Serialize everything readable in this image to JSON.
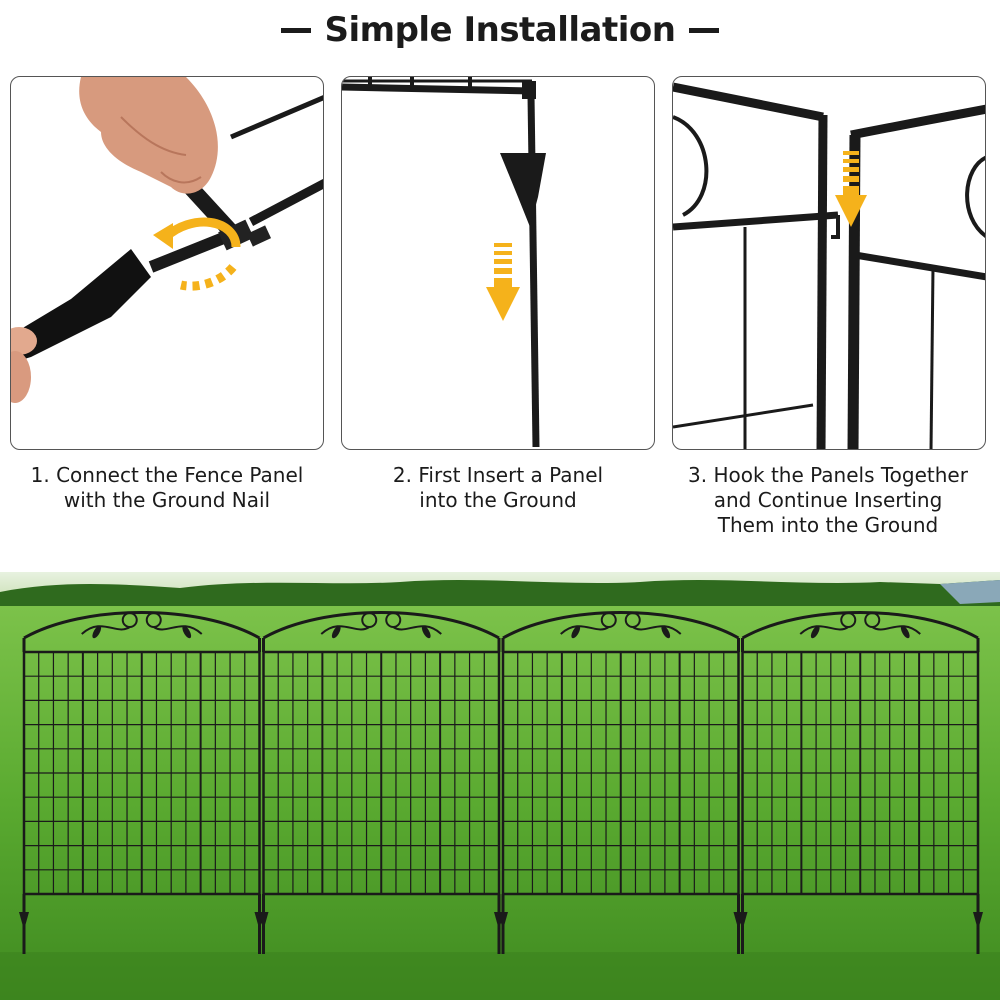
{
  "header": {
    "title": "Simple Installation"
  },
  "steps": [
    {
      "number": "1.",
      "line1": "1. Connect the Fence Panel",
      "line2": "with the Ground Nail",
      "line3": ""
    },
    {
      "number": "2.",
      "line1": "2. First Insert a Panel",
      "line2": "into the Ground",
      "line3": ""
    },
    {
      "number": "3.",
      "line1": "3. Hook the Panels Together",
      "line2": "and Continue Inserting",
      "line3": "Them into the Ground"
    }
  ],
  "icons": {
    "step1": "rotate-arrow-icon",
    "step2": "down-arrow-icon",
    "step3": "down-arrow-icon"
  },
  "colors": {
    "accent": "#f5b21b",
    "fence": "#1a1a1a",
    "grass": "#4fa02b",
    "hedge": "#2f6a1e"
  },
  "photo": {
    "fence_panel_count": 4
  }
}
